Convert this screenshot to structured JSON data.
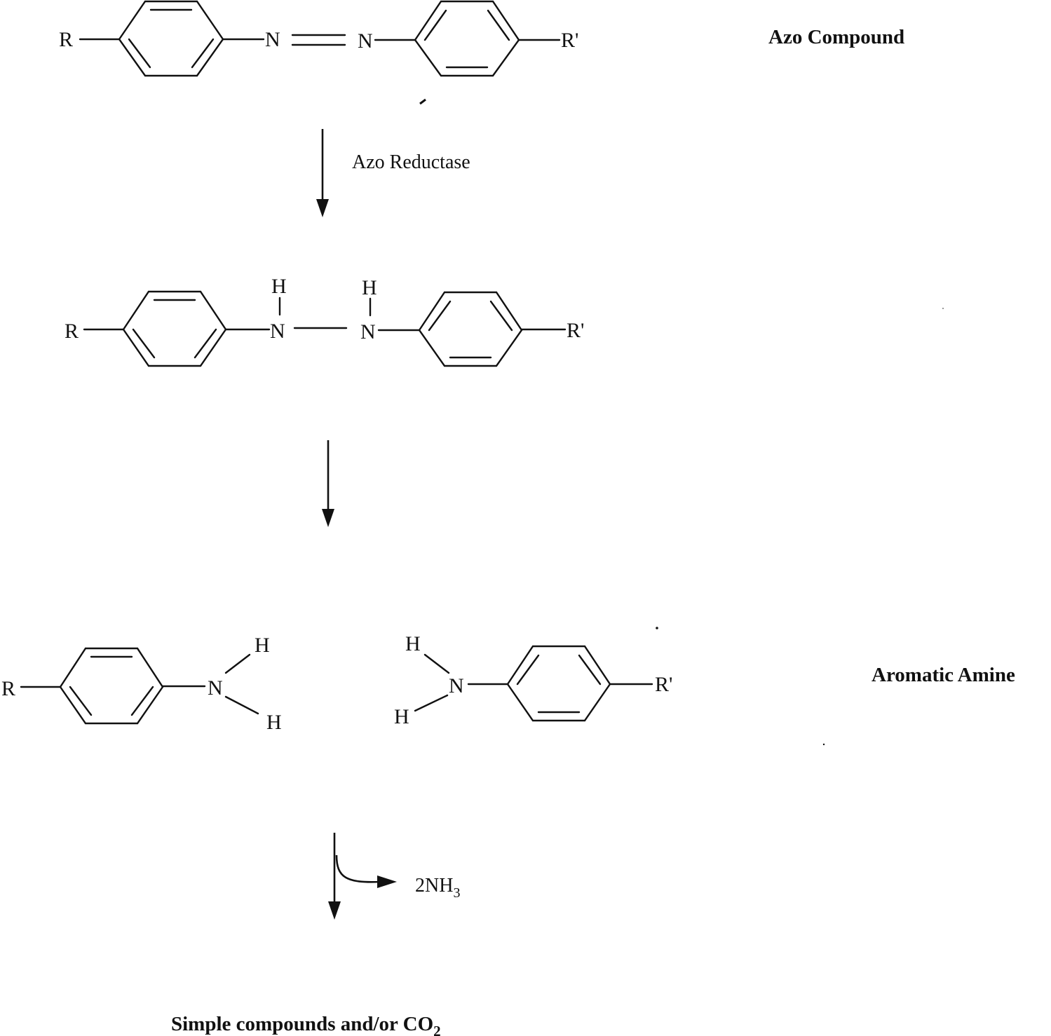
{
  "labels": {
    "azo_compound": "Azo Compound",
    "aromatic_amine": "Aromatic Amine",
    "enzyme": "Azo Reductase",
    "byproduct": "2NH",
    "byproduct_sub": "3",
    "final_product": "Simple compounds and/or CO",
    "final_product_sub": "2"
  },
  "atoms": {
    "R": "R",
    "R_prime": "R'",
    "N": "N",
    "H": "H"
  }
}
